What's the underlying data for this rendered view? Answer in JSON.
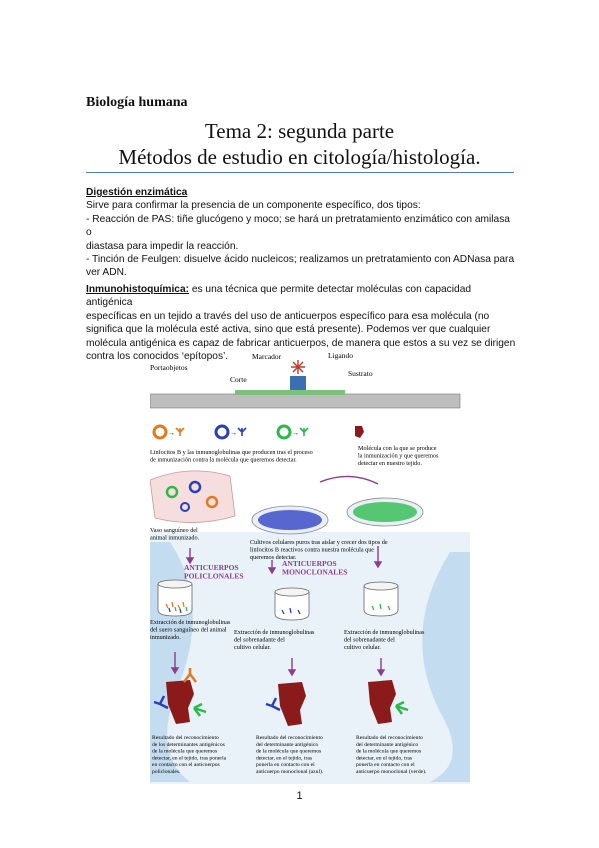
{
  "subject": "Biología humana",
  "title_line1": "Tema 2: segunda parte",
  "title_line2": "Métodos de estudio en citología/histología.",
  "section1": {
    "heading": "Digestión enzimática",
    "lines": [
      "Sirve para confirmar la presencia de un componente específico, dos tipos:",
      "- Reacción de PAS: tiñe glucógeno y moco; se hará un pretratamiento enzimático con amilasa o",
      "diastasa para impedir la reacción.",
      "- Tinción de Feulgen: disuelve ácido nucleicos; realizamos un pretratamiento con ADNasa para",
      "ver ADN."
    ]
  },
  "section2": {
    "heading": "Inmunohistoquímica:",
    "first_line_rest": " es una técnica que permite detectar moléculas con capacidad antigénica",
    "lines": [
      "específicas en un tejido a través del uso de anticuerpos específico para esa molécula (no",
      "significa que la molécula esté activa, sino que está presente). Podemos ver que cualquier",
      "molécula antigénica es capaz de fabricar anticuerpos, de manera que estos a su vez se dirigen",
      "contra los conocidos ‘epítopos’."
    ]
  },
  "figure": {
    "label_portaobjetos": "Portaobjetos",
    "label_marcador": "Marcador",
    "label_ligando": "Ligando",
    "label_corte": "Corte",
    "label_sustrato": "Sustrato",
    "caption_linfocitos": [
      "Linfocitos B y las inmunoglobulinas que producen tras el proceso",
      "de inmunización contra la molécula que queremos detectar."
    ],
    "caption_molecula": [
      "Molécula con la que se produce",
      "la inmunización y que queremos",
      "detectar en nuestro tejido."
    ],
    "caption_vaso": [
      "Vaso sanguíneo del",
      "animal inmunizado."
    ],
    "caption_cultivos": [
      "Cultivos celulares puros tras aislar y crecer dos tipos de",
      "linfocitos B reactivos contra nuestra molécula que",
      "queremos detectar."
    ],
    "label_policlonales": [
      "ANTICUERPOS",
      "POLICLONALES"
    ],
    "label_monoclonales": [
      "ANTICUERPOS",
      "MONOCLONALES"
    ],
    "caption_extr1": [
      "Extracción de inmunoglobulinas",
      "del suero sanguíneo del animal",
      "inmunizado."
    ],
    "caption_extr2": [
      "Extracción de inmunoglobulinas",
      "del sobrenadante del",
      "cultivo celular."
    ],
    "caption_extr3": [
      "Extracción de inmunoglobulinas",
      "del sobrenadante del",
      "cultivo celular."
    ],
    "caption_res1": [
      "Resultado del reconocimiento",
      "de los determinantes antigénicos",
      "de la molécula que queremos",
      "detectar, en el tejido, tras ponerla",
      "en contacto con el anticuerpos",
      "policlonales."
    ],
    "caption_res2": [
      "Resultado del reconocimiento",
      "del determinante antigénico",
      "de la molécula que queremos",
      "detectar, en el tejido, tras",
      "ponerla en contacto con el",
      "anticuerpo monoclonal (azul)."
    ],
    "caption_res3": [
      "Resultado del reconocimiento",
      "del determinante antigénico",
      "de la molécula que queremos",
      "detectar, en el tejido, tras",
      "ponerla en contacto con el",
      "anticuerpo monoclonal (verde)."
    ],
    "colors": {
      "blue_antibody": "#2a3fb8",
      "green_antibody": "#2db84a",
      "orange_antibody": "#e07a1c",
      "antigen": "#8b1a1a",
      "watermark": "#d6e7f3",
      "arrow": "#8e3c8e"
    }
  },
  "page_number": "1"
}
